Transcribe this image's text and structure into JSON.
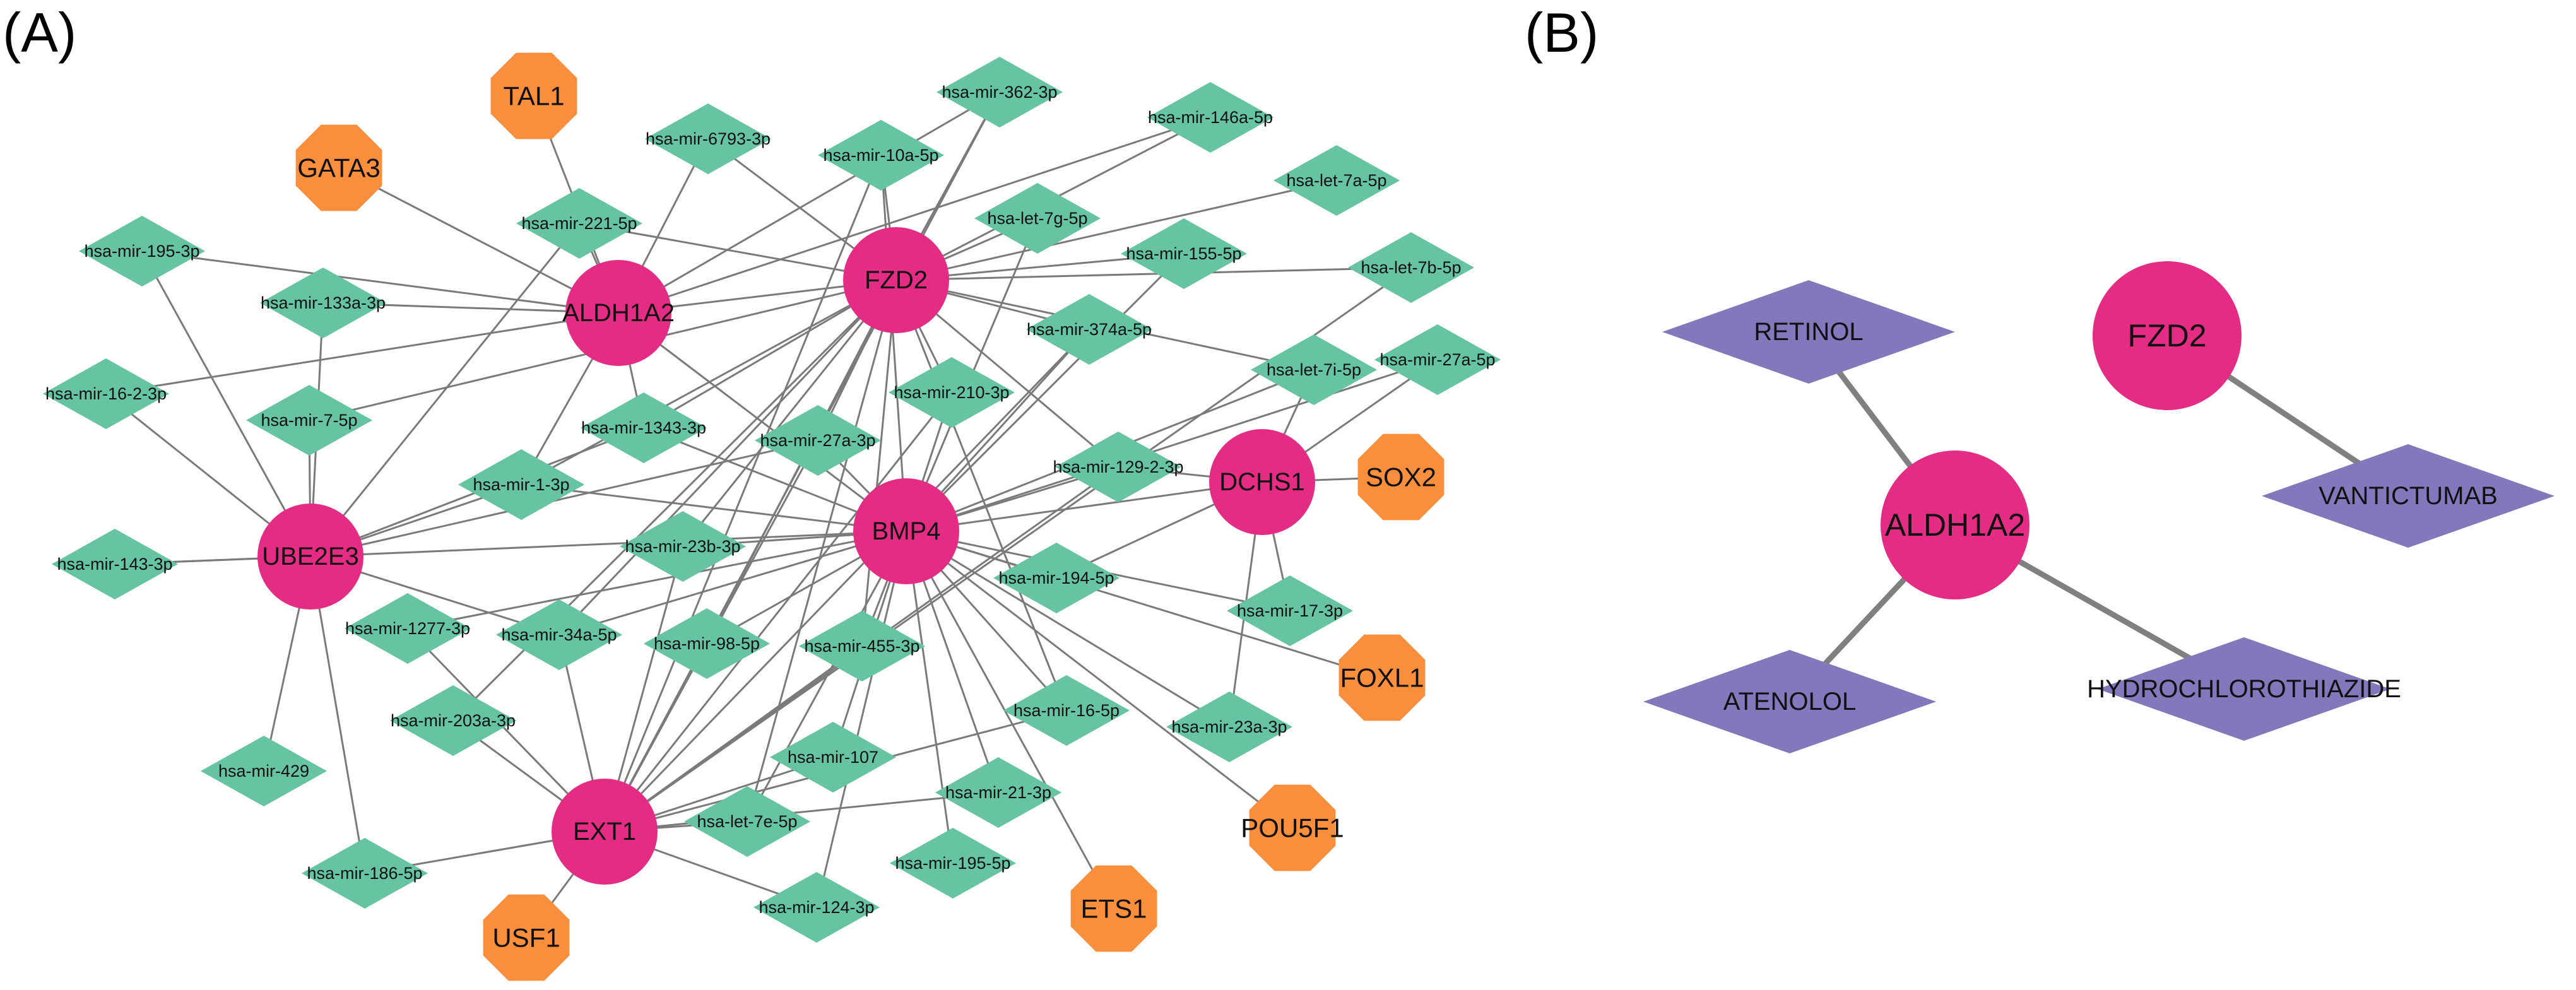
{
  "panels": [
    {
      "id": "A",
      "label": "(A)"
    },
    {
      "id": "B",
      "label": "(B)"
    }
  ],
  "colors": {
    "gene": "#e42c84",
    "mirna": "#66c4a1",
    "tf": "#f98e3c",
    "drug": "#8179bb",
    "edge": "#7a7a7a"
  },
  "network_a": {
    "genes": [
      {
        "id": "ALDH1A2",
        "label": "ALDH1A2"
      },
      {
        "id": "FZD2",
        "label": "FZD2"
      },
      {
        "id": "DCHS1",
        "label": "DCHS1"
      },
      {
        "id": "UBE2E3",
        "label": "UBE2E3"
      },
      {
        "id": "BMP4",
        "label": "BMP4"
      },
      {
        "id": "EXT1",
        "label": "EXT1"
      }
    ],
    "tfs": [
      {
        "id": "TAL1",
        "label": "TAL1"
      },
      {
        "id": "GATA3",
        "label": "GATA3"
      },
      {
        "id": "SOX2",
        "label": "SOX2"
      },
      {
        "id": "FOXL1",
        "label": "FOXL1"
      },
      {
        "id": "POU5F1",
        "label": "POU5F1"
      },
      {
        "id": "ETS1",
        "label": "ETS1"
      },
      {
        "id": "USF1",
        "label": "USF1"
      }
    ],
    "mirnas": [
      {
        "id": "m362",
        "label": "hsa-mir-362-3p"
      },
      {
        "id": "m6793",
        "label": "hsa-mir-6793-3p"
      },
      {
        "id": "m10a",
        "label": "hsa-mir-10a-5p"
      },
      {
        "id": "m146a",
        "label": "hsa-mir-146a-5p"
      },
      {
        "id": "l7a",
        "label": "hsa-let-7a-5p"
      },
      {
        "id": "m221",
        "label": "hsa-mir-221-5p"
      },
      {
        "id": "l7g",
        "label": "hsa-let-7g-5p"
      },
      {
        "id": "m195_3",
        "label": "hsa-mir-195-3p"
      },
      {
        "id": "m155",
        "label": "hsa-mir-155-5p"
      },
      {
        "id": "l7b",
        "label": "hsa-let-7b-5p"
      },
      {
        "id": "m133a",
        "label": "hsa-mir-133a-3p"
      },
      {
        "id": "m374a",
        "label": "hsa-mir-374a-5p"
      },
      {
        "id": "m27a5",
        "label": "hsa-mir-27a-5p"
      },
      {
        "id": "l7i",
        "label": "hsa-let-7i-5p"
      },
      {
        "id": "m16_2",
        "label": "hsa-mir-16-2-3p"
      },
      {
        "id": "m210",
        "label": "hsa-mir-210-3p"
      },
      {
        "id": "m7",
        "label": "hsa-mir-7-5p"
      },
      {
        "id": "m1343",
        "label": "hsa-mir-1343-3p"
      },
      {
        "id": "m27a3",
        "label": "hsa-mir-27a-3p"
      },
      {
        "id": "m129",
        "label": "hsa-mir-129-2-3p"
      },
      {
        "id": "m1",
        "label": "hsa-mir-1-3p"
      },
      {
        "id": "m143",
        "label": "hsa-mir-143-3p"
      },
      {
        "id": "m23b",
        "label": "hsa-mir-23b-3p"
      },
      {
        "id": "m194",
        "label": "hsa-mir-194-5p"
      },
      {
        "id": "m17",
        "label": "hsa-mir-17-3p"
      },
      {
        "id": "m1277",
        "label": "hsa-mir-1277-3p"
      },
      {
        "id": "m34a",
        "label": "hsa-mir-34a-5p"
      },
      {
        "id": "m98",
        "label": "hsa-mir-98-5p"
      },
      {
        "id": "m455",
        "label": "hsa-mir-455-3p"
      },
      {
        "id": "m203a",
        "label": "hsa-mir-203a-3p"
      },
      {
        "id": "m16_5",
        "label": "hsa-mir-16-5p"
      },
      {
        "id": "m23a",
        "label": "hsa-mir-23a-3p"
      },
      {
        "id": "m429",
        "label": "hsa-mir-429"
      },
      {
        "id": "m107",
        "label": "hsa-mir-107"
      },
      {
        "id": "m21",
        "label": "hsa-mir-21-3p"
      },
      {
        "id": "l7e",
        "label": "hsa-let-7e-5p"
      },
      {
        "id": "m195_5",
        "label": "hsa-mir-195-5p"
      },
      {
        "id": "m186",
        "label": "hsa-mir-186-5p"
      },
      {
        "id": "m124",
        "label": "hsa-mir-124-3p"
      }
    ],
    "edges": [
      [
        "TAL1",
        "ALDH1A2"
      ],
      [
        "GATA3",
        "ALDH1A2"
      ],
      [
        "SOX2",
        "DCHS1"
      ],
      [
        "FOXL1",
        "BMP4"
      ],
      [
        "POU5F1",
        "BMP4"
      ],
      [
        "ETS1",
        "BMP4"
      ],
      [
        "USF1",
        "EXT1"
      ],
      [
        "m221",
        "ALDH1A2"
      ],
      [
        "m195_3",
        "ALDH1A2"
      ],
      [
        "m133a",
        "ALDH1A2"
      ],
      [
        "m6793",
        "ALDH1A2"
      ],
      [
        "m362",
        "ALDH1A2"
      ],
      [
        "m146a",
        "ALDH1A2"
      ],
      [
        "m1343",
        "ALDH1A2"
      ],
      [
        "m16_2",
        "ALDH1A2"
      ],
      [
        "m1",
        "ALDH1A2"
      ],
      [
        "ALDH1A2",
        "FZD2"
      ],
      [
        "ALDH1A2",
        "BMP4"
      ],
      [
        "m221",
        "FZD2"
      ],
      [
        "m6793",
        "FZD2"
      ],
      [
        "m10a",
        "FZD2"
      ],
      [
        "m362",
        "FZD2"
      ],
      [
        "m146a",
        "FZD2"
      ],
      [
        "l7a",
        "FZD2"
      ],
      [
        "l7g",
        "FZD2"
      ],
      [
        "m155",
        "FZD2"
      ],
      [
        "l7b",
        "FZD2"
      ],
      [
        "m374a",
        "FZD2"
      ],
      [
        "l7i",
        "FZD2"
      ],
      [
        "m210",
        "FZD2"
      ],
      [
        "m27a3",
        "FZD2"
      ],
      [
        "m1343",
        "FZD2"
      ],
      [
        "m1",
        "FZD2"
      ],
      [
        "m129",
        "FZD2"
      ],
      [
        "m98",
        "FZD2"
      ],
      [
        "m455",
        "FZD2"
      ],
      [
        "m203a",
        "FZD2"
      ],
      [
        "m34a",
        "FZD2"
      ],
      [
        "l7e",
        "FZD2"
      ],
      [
        "m16_5",
        "FZD2"
      ],
      [
        "m23b",
        "FZD2"
      ],
      [
        "m7",
        "FZD2"
      ],
      [
        "m195_3",
        "UBE2E3"
      ],
      [
        "m133a",
        "UBE2E3"
      ],
      [
        "m16_2",
        "UBE2E3"
      ],
      [
        "m7",
        "UBE2E3"
      ],
      [
        "m1",
        "UBE2E3"
      ],
      [
        "m143",
        "UBE2E3"
      ],
      [
        "m1343",
        "UBE2E3"
      ],
      [
        "m429",
        "UBE2E3"
      ],
      [
        "m186",
        "UBE2E3"
      ],
      [
        "m34a",
        "UBE2E3"
      ],
      [
        "m27a3",
        "UBE2E3"
      ],
      [
        "m221",
        "UBE2E3"
      ],
      [
        "UBE2E3",
        "BMP4"
      ],
      [
        "m1",
        "BMP4"
      ],
      [
        "m1343",
        "BMP4"
      ],
      [
        "m27a3",
        "BMP4"
      ],
      [
        "m210",
        "BMP4"
      ],
      [
        "m374a",
        "BMP4"
      ],
      [
        "l7i",
        "BMP4"
      ],
      [
        "m27a5",
        "BMP4"
      ],
      [
        "m129",
        "BMP4"
      ],
      [
        "m155",
        "BMP4"
      ],
      [
        "l7g",
        "BMP4"
      ],
      [
        "m10a",
        "BMP4"
      ],
      [
        "m23b",
        "BMP4"
      ],
      [
        "m194",
        "BMP4"
      ],
      [
        "m17",
        "BMP4"
      ],
      [
        "m16_5",
        "BMP4"
      ],
      [
        "m23a",
        "BMP4"
      ],
      [
        "m21",
        "BMP4"
      ],
      [
        "m195_5",
        "BMP4"
      ],
      [
        "m124",
        "BMP4"
      ],
      [
        "m107",
        "BMP4"
      ],
      [
        "m455",
        "BMP4"
      ],
      [
        "m98",
        "BMP4"
      ],
      [
        "m34a",
        "BMP4"
      ],
      [
        "l7e",
        "BMP4"
      ],
      [
        "m1277",
        "BMP4"
      ],
      [
        "DCHS1",
        "BMP4"
      ],
      [
        "m129",
        "DCHS1"
      ],
      [
        "m194",
        "DCHS1"
      ],
      [
        "m17",
        "DCHS1"
      ],
      [
        "m23a",
        "DCHS1"
      ],
      [
        "m27a5",
        "DCHS1"
      ],
      [
        "l7i",
        "DCHS1"
      ],
      [
        "m34a",
        "EXT1"
      ],
      [
        "m203a",
        "EXT1"
      ],
      [
        "m98",
        "EXT1"
      ],
      [
        "m455",
        "EXT1"
      ],
      [
        "m107",
        "EXT1"
      ],
      [
        "l7e",
        "EXT1"
      ],
      [
        "m21",
        "EXT1"
      ],
      [
        "m124",
        "EXT1"
      ],
      [
        "m186",
        "EXT1"
      ],
      [
        "m1277",
        "EXT1"
      ],
      [
        "m16_5",
        "EXT1"
      ],
      [
        "m23b",
        "EXT1"
      ],
      [
        "m129",
        "EXT1"
      ],
      [
        "m210",
        "EXT1"
      ],
      [
        "m27a3",
        "EXT1"
      ],
      [
        "m374a",
        "EXT1"
      ],
      [
        "l7b",
        "EXT1"
      ],
      [
        "m10a",
        "EXT1"
      ],
      [
        "m362",
        "EXT1"
      ],
      [
        "m143",
        "UBE2E3"
      ]
    ]
  },
  "network_b": {
    "genes": [
      {
        "id": "FZD2b",
        "label": "FZD2"
      },
      {
        "id": "ALDH1A2b",
        "label": "ALDH1A2"
      }
    ],
    "drugs": [
      {
        "id": "RETINOL",
        "label": "RETINOL"
      },
      {
        "id": "VANTICTUMAB",
        "label": "VANTICTUMAB"
      },
      {
        "id": "ATENOLOL",
        "label": "ATENOLOL"
      },
      {
        "id": "HCTZ",
        "label": "HYDROCHLOROTHIAZIDE"
      }
    ],
    "edges": [
      [
        "RETINOL",
        "ALDH1A2b"
      ],
      [
        "ALDH1A2b",
        "ATENOLOL"
      ],
      [
        "ALDH1A2b",
        "HCTZ"
      ],
      [
        "FZD2b",
        "VANTICTUMAB"
      ]
    ]
  }
}
